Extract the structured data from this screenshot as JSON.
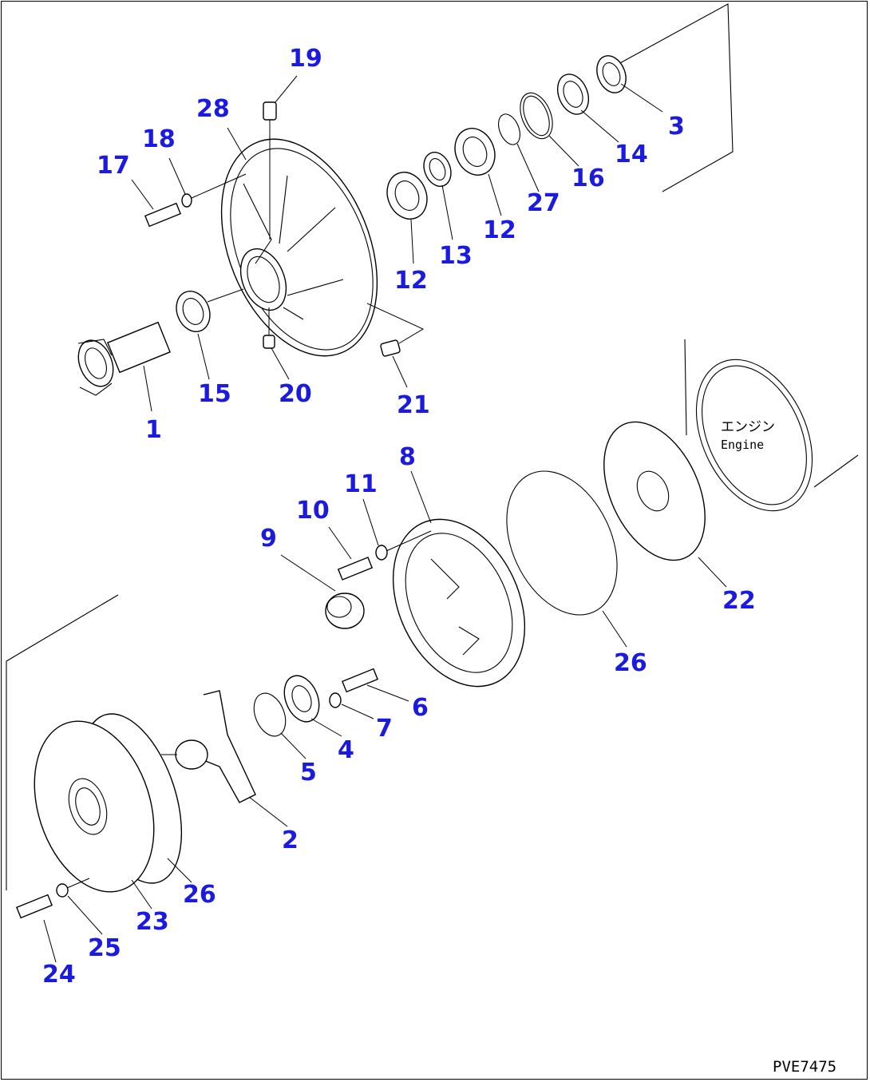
{
  "callouts": [
    {
      "id": "c19",
      "label": "19"
    },
    {
      "id": "c28",
      "label": "28"
    },
    {
      "id": "c18",
      "label": "18"
    },
    {
      "id": "c17",
      "label": "17"
    },
    {
      "id": "c3",
      "label": "3"
    },
    {
      "id": "c14",
      "label": "14"
    },
    {
      "id": "c16",
      "label": "16"
    },
    {
      "id": "c27",
      "label": "27"
    },
    {
      "id": "c12a",
      "label": "12"
    },
    {
      "id": "c13",
      "label": "13"
    },
    {
      "id": "c12b",
      "label": "12"
    },
    {
      "id": "c15",
      "label": "15"
    },
    {
      "id": "c20",
      "label": "20"
    },
    {
      "id": "c21",
      "label": "21"
    },
    {
      "id": "c1",
      "label": "1"
    },
    {
      "id": "c8",
      "label": "8"
    },
    {
      "id": "c11",
      "label": "11"
    },
    {
      "id": "c10",
      "label": "10"
    },
    {
      "id": "c9",
      "label": "9"
    },
    {
      "id": "c22",
      "label": "22"
    },
    {
      "id": "c26a",
      "label": "26"
    },
    {
      "id": "c6",
      "label": "6"
    },
    {
      "id": "c7",
      "label": "7"
    },
    {
      "id": "c4",
      "label": "4"
    },
    {
      "id": "c5",
      "label": "5"
    },
    {
      "id": "c2",
      "label": "2"
    },
    {
      "id": "c26b",
      "label": "26"
    },
    {
      "id": "c23",
      "label": "23"
    },
    {
      "id": "c25",
      "label": "25"
    },
    {
      "id": "c24",
      "label": "24"
    }
  ],
  "engine_label_jp": "エンジン",
  "engine_label_en": "Engine",
  "drawing_code": "PVE7475",
  "colors": {
    "callout": "#1a1ae0",
    "line": "#000000",
    "background": "#ffffff"
  }
}
